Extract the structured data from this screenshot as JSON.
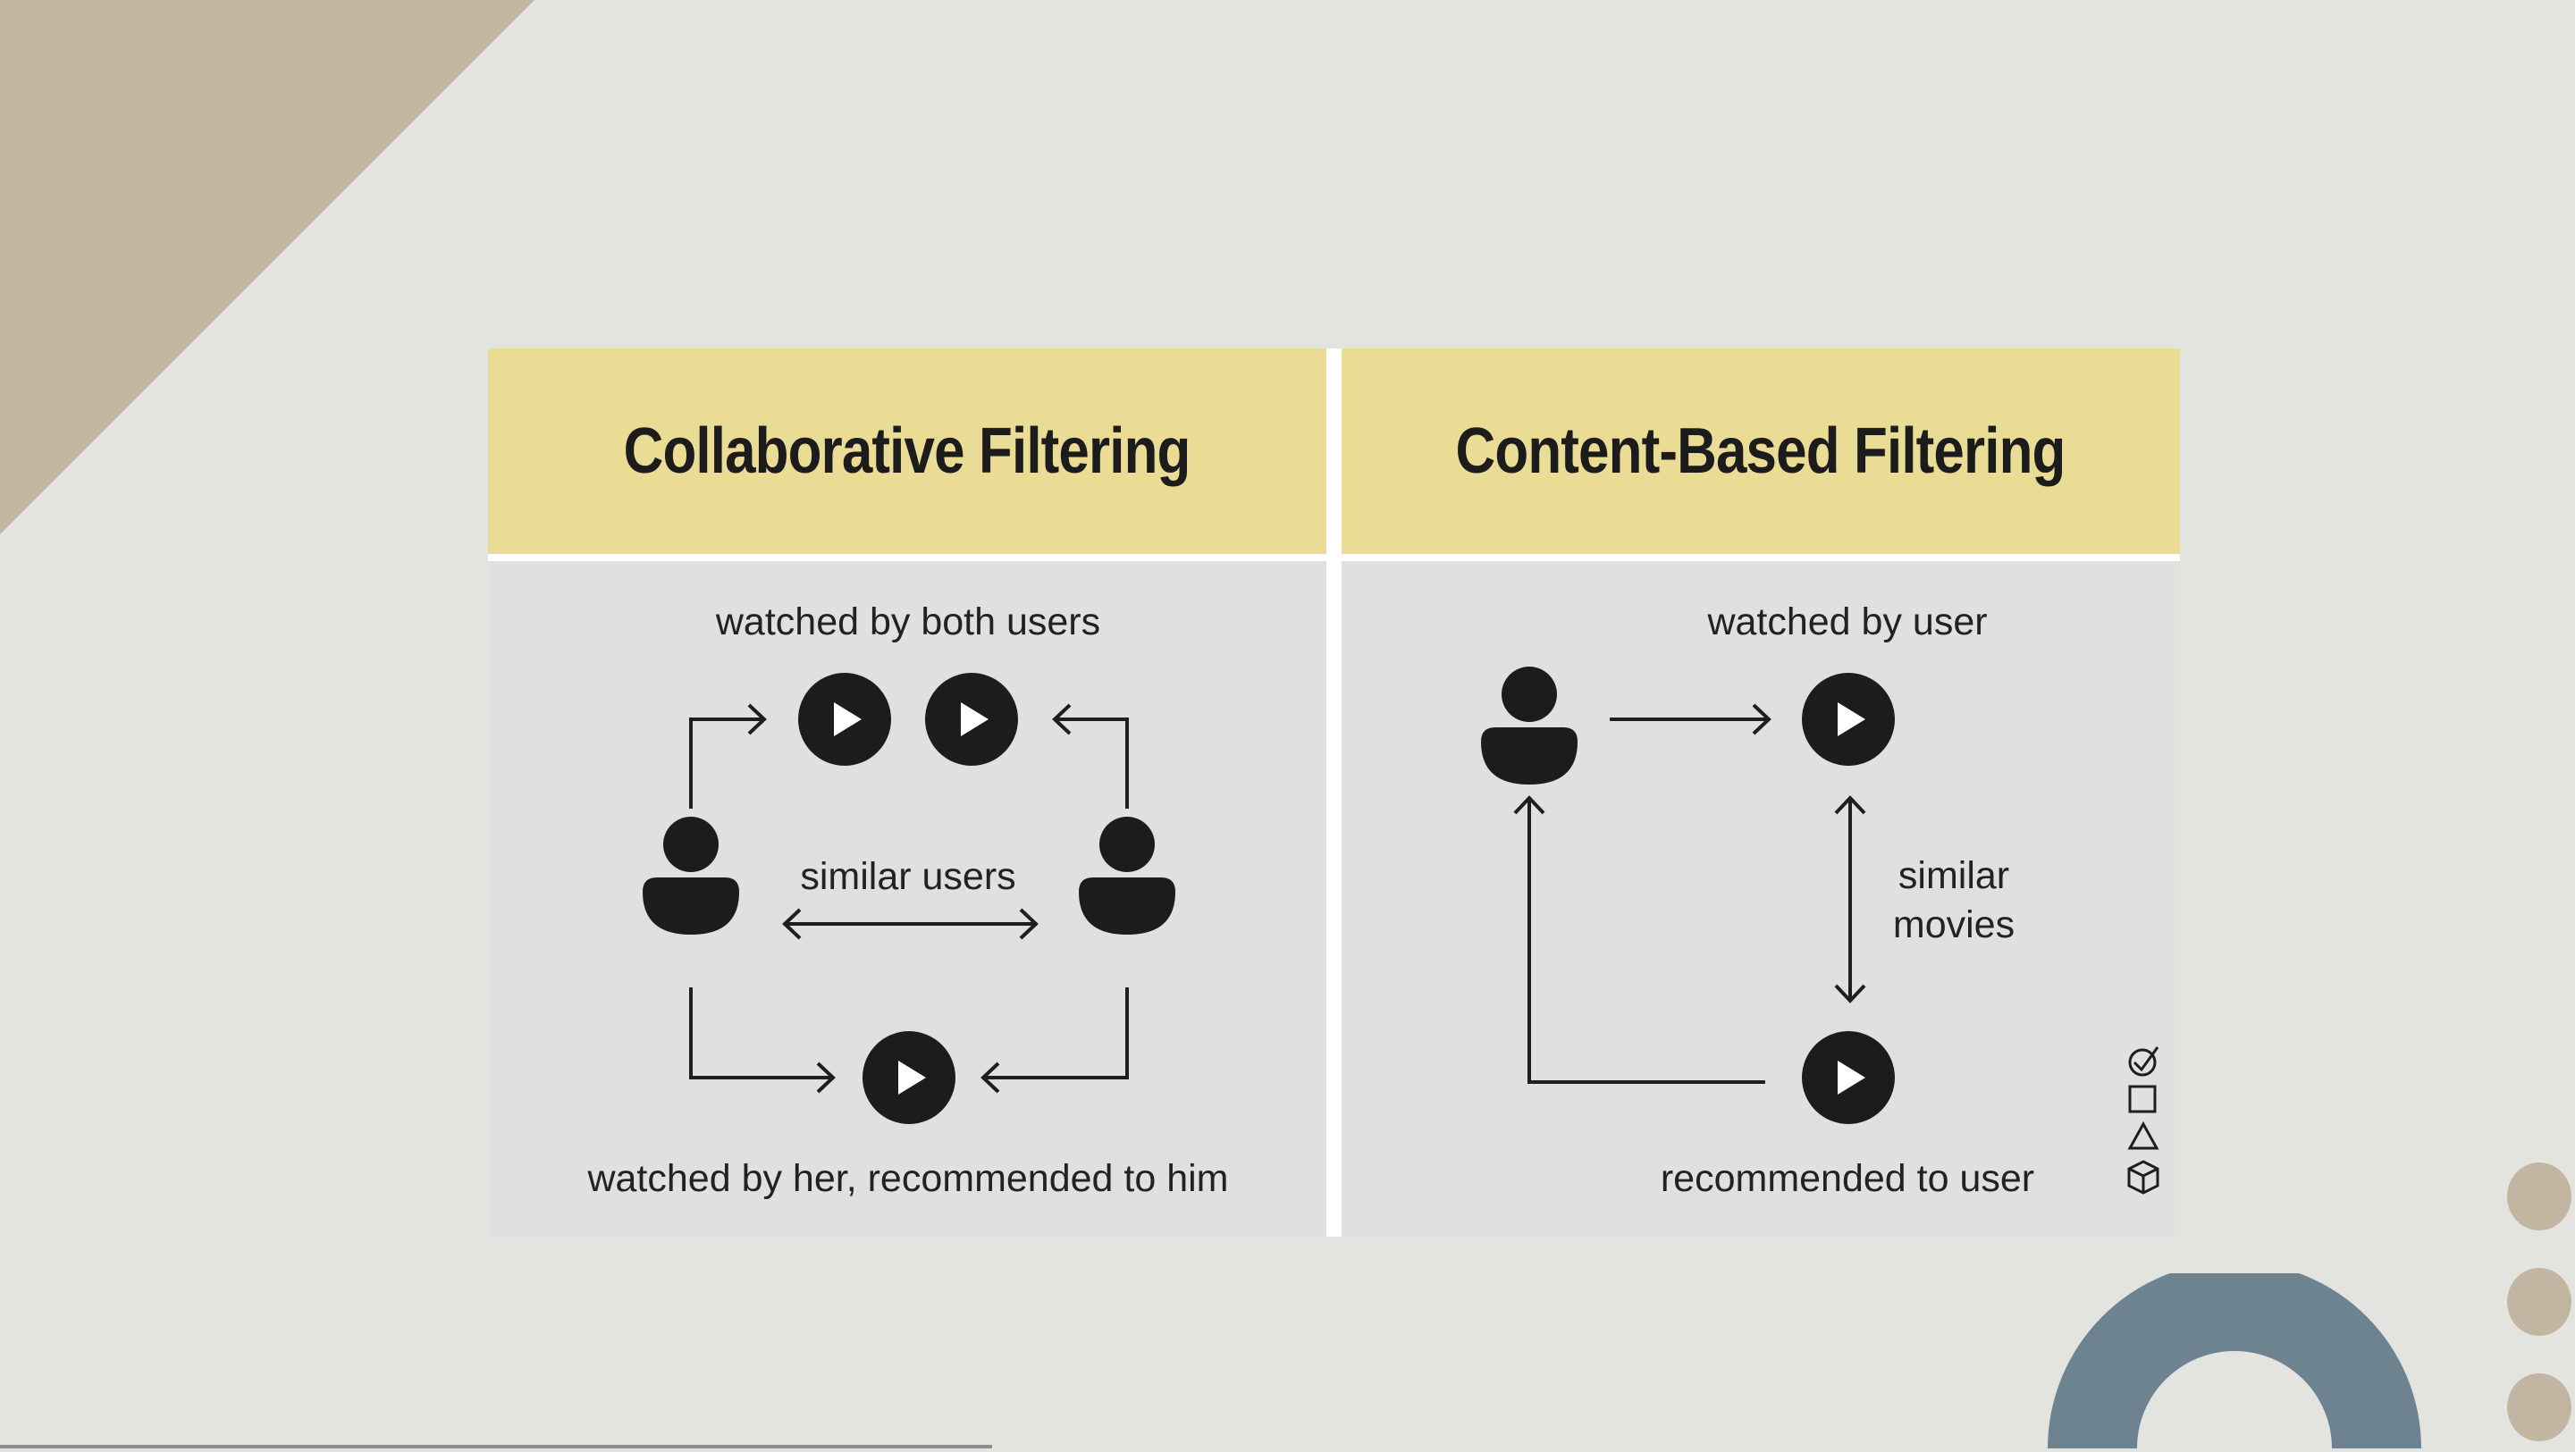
{
  "panels": {
    "collaborative": {
      "title": "Collaborative Filtering",
      "label_top": "watched by both users",
      "label_middle": "similar users",
      "label_bottom": "watched by her, recommended to him"
    },
    "content_based": {
      "title": "Content-Based Filtering",
      "label_top": "watched by user",
      "label_middle_line1": "similar",
      "label_middle_line2": "movies",
      "label_bottom": "recommended to user"
    }
  },
  "icons": [
    "person-icon",
    "play-icon",
    "checkmark-icon",
    "square-icon",
    "triangle-icon",
    "cube-icon"
  ],
  "colors": {
    "background": "#e3e4e0",
    "header": "#eadc94",
    "panel_body": "#dfe0df",
    "ink": "#1c1c1c",
    "accent_tan": "#c2b5a1",
    "accent_slate": "#6d8390"
  }
}
